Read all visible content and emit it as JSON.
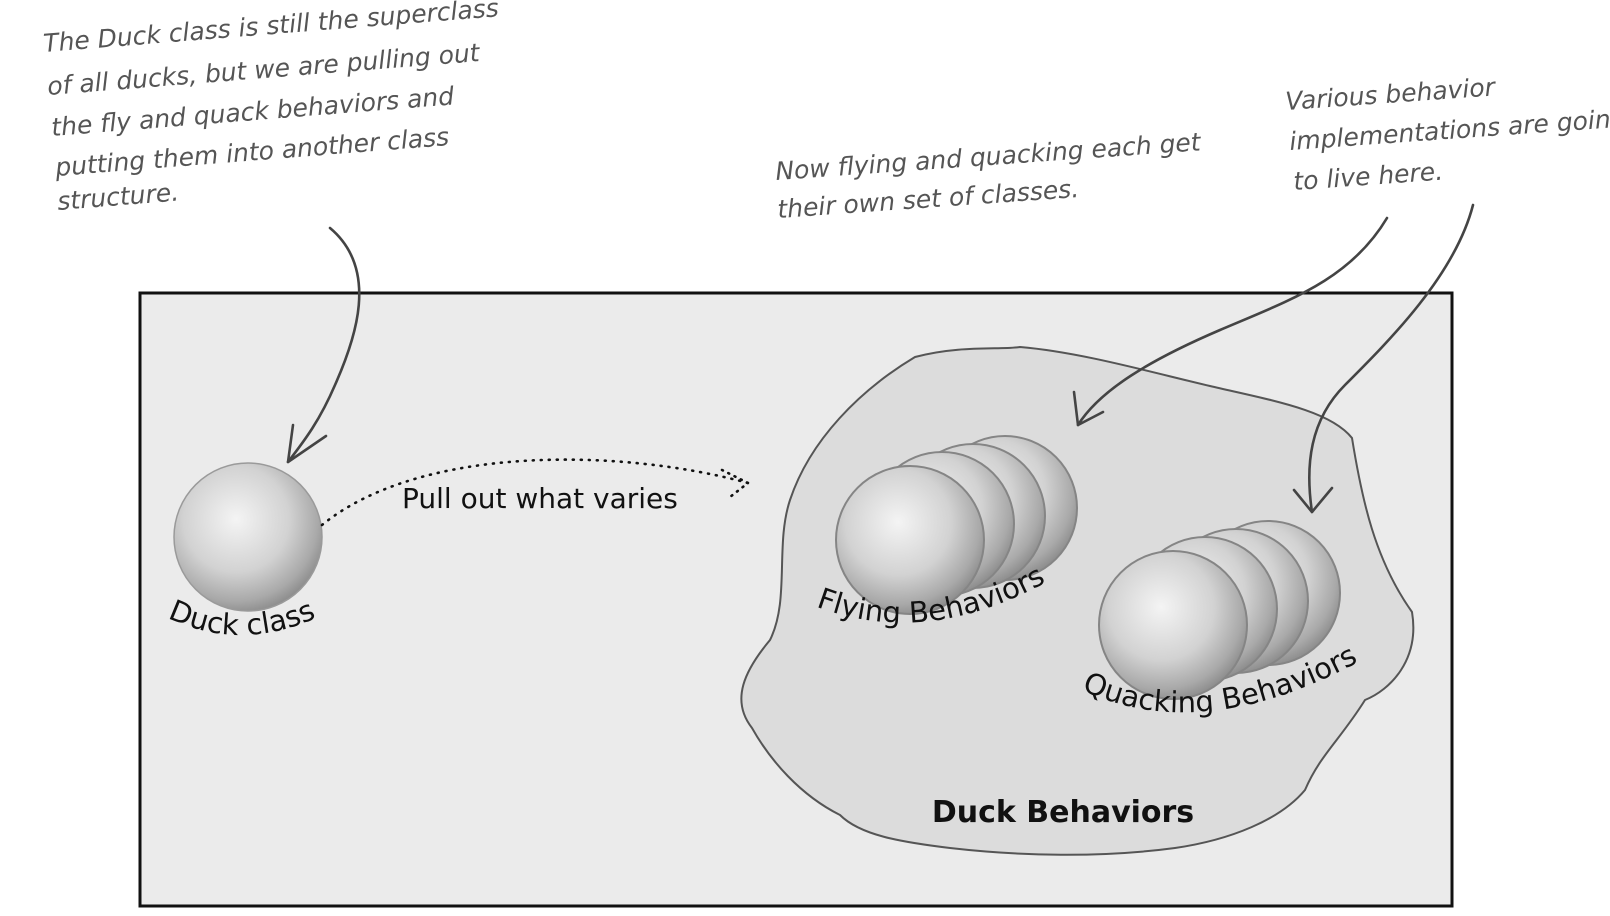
{
  "annotations": {
    "duck_note": [
      "The Duck class is still the superclass",
      "of all ducks, but we are pulling out",
      "the fly and quack behaviors and",
      "putting them into another class",
      "structure."
    ],
    "behaviors_note": [
      "Now flying and quacking each get",
      "their own set of classes."
    ],
    "implementations_note": [
      "Various behavior",
      "implementations are going",
      "to live here."
    ]
  },
  "diagram": {
    "duck_class_label": "Duck class",
    "arrow_label": "Pull out what varies",
    "flying_label": "Flying Behaviors",
    "quacking_label": "Quacking Behaviors",
    "group_label": "Duck Behaviors"
  },
  "colors": {
    "panel_fill": "#ebebeb",
    "blob_fill": "#dcdcdc",
    "sphere_light": "#f2f2f2",
    "sphere_dark": "#8e8e8e",
    "ink": "#444444"
  }
}
